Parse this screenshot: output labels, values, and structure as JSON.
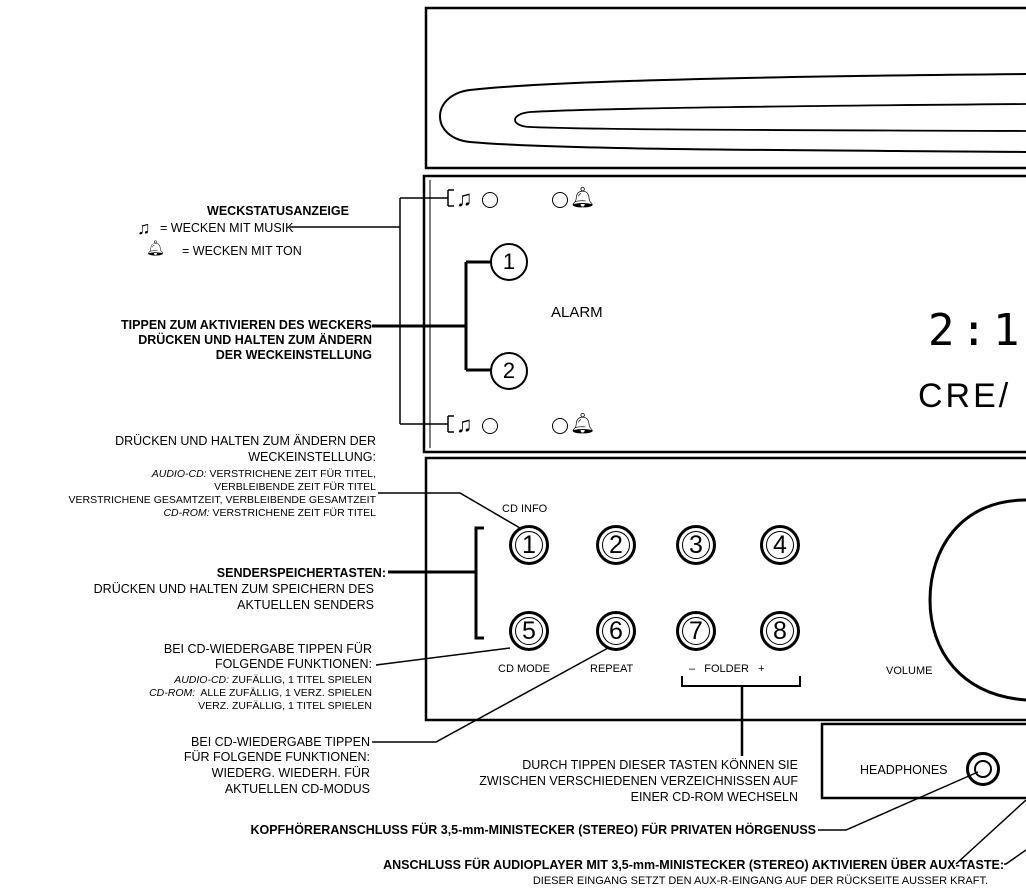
{
  "device": {
    "alarm_label": "ALARM",
    "clock_text": "2:1",
    "brand_text": "CRE/",
    "alarm_button_1": "1",
    "alarm_button_2": "2",
    "preset_buttons": [
      "1",
      "2",
      "3",
      "4",
      "5",
      "6",
      "7",
      "8"
    ],
    "cd_info_label": "CD INFO",
    "cd_mode_label": "CD MODE",
    "repeat_label": "REPEAT",
    "folder_label": "–   FOLDER   +",
    "volume_label": "VOLUME",
    "headphones_label": "HEADPHONES"
  },
  "callouts": {
    "wake_status": {
      "title": "WECKSTATUSANZEIGE",
      "music": "= WECKEN MIT MUSIK",
      "tone": "= WECKEN MIT TON"
    },
    "alarm_tap": {
      "line1": "TIPPEN ZUM AKTIVIEREN DES WECKERS",
      "line2": "DRÜCKEN UND HALTEN ZUM ÄNDERN",
      "line3": "DER WECKEINSTELLUNG"
    },
    "cd_info": {
      "line1": "DRÜCKEN UND HALTEN ZUM ÄNDERN DER",
      "line2": "WECKEINSTELLUNG:",
      "line3_italic": "AUDIO-CD:",
      "line3": " VERSTRICHENE ZEIT FÜR TITEL,",
      "line4": "VERBLEIBENDE ZEIT FÜR TITEL",
      "line5": "VERSTRICHENE GESAMTZEIT, VERBLEIBENDE GESAMTZEIT",
      "line6_italic": "CD-ROM:",
      "line6": " VERSTRICHENE ZEIT FÜR TITEL"
    },
    "presets": {
      "title": "SENDERSPEICHERTASTEN:",
      "line2": "DRÜCKEN UND HALTEN ZUM SPEICHERN DES",
      "line3": "AKTUELLEN SENDERS"
    },
    "cd_mode": {
      "line1": "BEI CD-WIEDERGABE TIPPEN FÜR",
      "line2": "FOLGENDE FUNKTIONEN:",
      "line3_italic": "AUDIO-CD:",
      "line3": " ZUFÄLLIG, 1 TITEL SPIELEN",
      "line4_italic": "CD-ROM:",
      "line4": "  ALLE ZUFÄLLIG, 1 VERZ. SPIELEN",
      "line5": "VERZ. ZUFÄLLIG, 1 TITEL SPIELEN"
    },
    "repeat": {
      "line1": "BEI CD-WIEDERGABE TIPPEN",
      "line2": "FÜR FOLGENDE FUNKTIONEN:",
      "line3": "WIEDERG. WIEDERH. FÜR",
      "line4": "AKTUELLEN CD-MODUS"
    },
    "folder": {
      "line1": "DURCH TIPPEN DIESER TASTEN KÖNNEN SIE",
      "line2": "ZWISCHEN VERSCHIEDENEN VERZEICHNISSEN AUF",
      "line3": "EINER CD-ROM WECHSELN"
    },
    "headphones": "KOPFHÖRERANSCHLUSS FÜR 3,5-mm-MINISTECKER (STEREO) FÜR PRIVATEN HÖRGENUSS",
    "aux": {
      "line1": "ANSCHLUSS FÜR AUDIOPLAYER MIT 3,5-mm-MINISTECKER (STEREO) AKTIVIEREN ÜBER AUX-TASTE:",
      "line2": "DIESER EINGANG SETZT DEN AUX-R-EINGANG AUF DER RÜCKSEITE AUSSER KRAFT."
    }
  }
}
